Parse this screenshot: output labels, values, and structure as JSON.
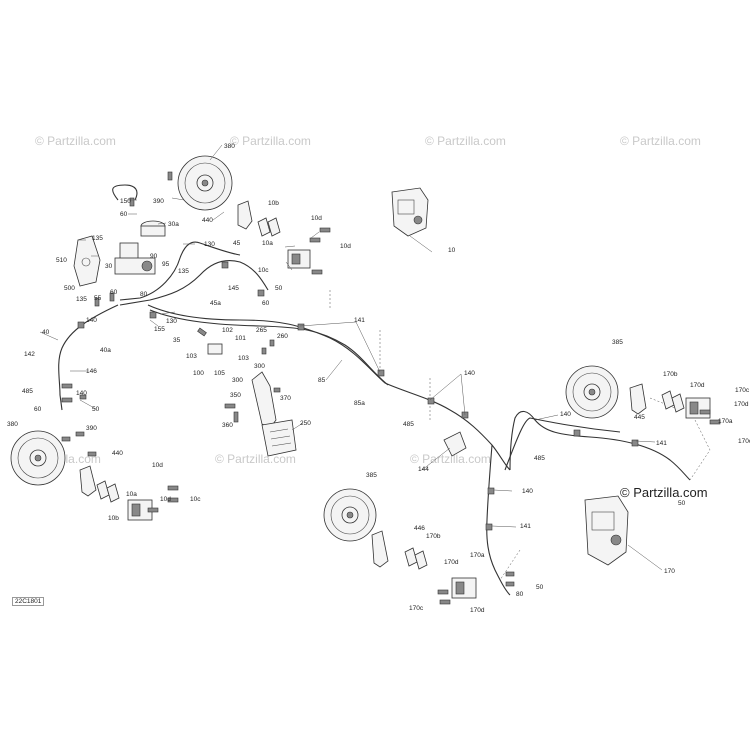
{
  "diagram": {
    "code": "22C1801",
    "brand": "© Partzilla.com",
    "watermark": "© Partzilla.com",
    "labels": {
      "l380a": "380",
      "l150": "150",
      "l390a": "390",
      "l60a": "60",
      "l30a": "30a",
      "l440a": "440",
      "l10ba": "10b",
      "l10da": "10d",
      "l10aa": "10a",
      "l10ca": "10c",
      "l135a": "135",
      "l130a": "130",
      "l45": "45",
      "l510": "510",
      "l90": "90",
      "l30": "30",
      "l95": "95",
      "l135b": "135",
      "l145": "145",
      "l50a": "50",
      "l60b": "60",
      "l500": "500",
      "l55": "55",
      "l60c": "60",
      "l80": "80",
      "l45a": "45a",
      "l135c": "135",
      "l10": "10",
      "l140a": "140",
      "l130b": "130",
      "l155": "155",
      "l40": "40",
      "l40a": "40a",
      "l35": "35",
      "l102": "102",
      "l101": "101",
      "l265": "265",
      "l260": "260",
      "l141a": "141",
      "l142": "142",
      "l146": "146",
      "l100": "100",
      "l105": "105",
      "l103": "103",
      "l300a": "300",
      "l300b": "300",
      "l350": "350",
      "l370": "370",
      "l85": "85",
      "l85a": "85a",
      "l140b": "140",
      "l485a": "485",
      "l140c": "140",
      "l60d": "60",
      "l50b": "50",
      "l360": "360",
      "l250": "250",
      "l485b": "485",
      "l385a": "385",
      "l170ba": "170b",
      "l170da": "170d",
      "l170ca": "170c",
      "l445a": "445",
      "l170aa": "170a",
      "l140d": "140",
      "l485c": "485",
      "l141b": "141",
      "l170db": "170d",
      "l380b": "380",
      "l390b": "390",
      "l440b": "440",
      "l144": "144",
      "l10db": "10d",
      "l10ab": "10a",
      "l10bb": "10b",
      "l10db2": "10d",
      "l10cb": "10c",
      "l385b": "385",
      "l140e": "140",
      "l141c": "141",
      "l50c": "50",
      "l446": "446",
      "l170bb": "170b",
      "l170db2": "170d",
      "l170ab": "170a",
      "l50d": "50",
      "l80b": "80",
      "l170cb": "170c",
      "l170dc": "170d",
      "l170": "170"
    }
  }
}
